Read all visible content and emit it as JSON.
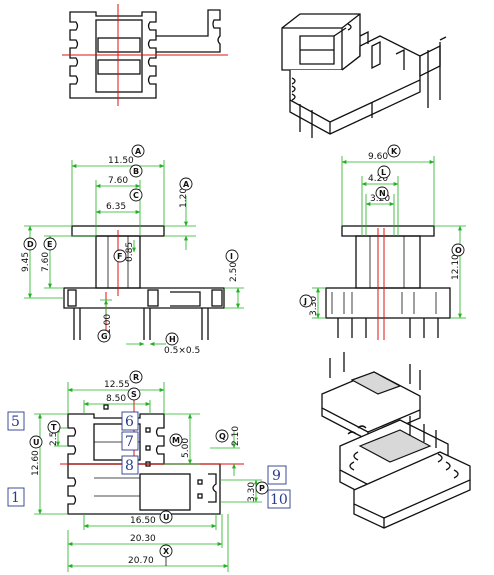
{
  "front_view": {
    "dims": {
      "d_11_50": "11.50",
      "d_7_60_top": "7.60",
      "d_6_35": "6.35",
      "d_1_20": "1.20",
      "d_0_85": "0.85",
      "d_9_45": "9.45",
      "d_7_60_side": "7.60",
      "d_2_50": "2.50",
      "d_1_00": "1.00",
      "d_pin": "0.5×0.5"
    },
    "callouts": {
      "A_top": "A",
      "B_top": "B",
      "C": "C",
      "A_side": "A",
      "D": "D",
      "E": "E",
      "F": "F",
      "I": "I",
      "G": "G",
      "H": "H"
    }
  },
  "side_view": {
    "dims": {
      "d_9_60": "9.60",
      "d_4_20": "4.20",
      "d_3_20": "3.20",
      "d_12_10": "12.10",
      "d_3_30": "3.30"
    },
    "callouts": {
      "K": "K",
      "L": "L",
      "N": "N",
      "O": "O",
      "J": "J"
    }
  },
  "bottom_view": {
    "dims": {
      "d_12_55": "12.55",
      "d_8_50": "8.50",
      "d_12_60": "12.60",
      "d_2_50": "2.50",
      "d_5_00": "5.00",
      "d_2_10": "2.10",
      "d_3_30": "3.30",
      "d_16_50": "16.50",
      "d_20_30": "20.30",
      "d_20_70": "20.70"
    },
    "callouts": {
      "R": "R",
      "S": "S",
      "T": "T",
      "U_left": "U",
      "M": "M",
      "Q": "Q",
      "P": "P",
      "U_bottom": "U",
      "X": "X"
    },
    "pins": {
      "p1": "1",
      "p5": "5",
      "p6": "6",
      "p7": "7",
      "p8": "8",
      "p9": "9",
      "p10": "10"
    }
  },
  "colors": {
    "outline": "#111111",
    "dimension": "#22b022",
    "centerline": "#e01010",
    "pin_label": "#2a3c8c"
  }
}
